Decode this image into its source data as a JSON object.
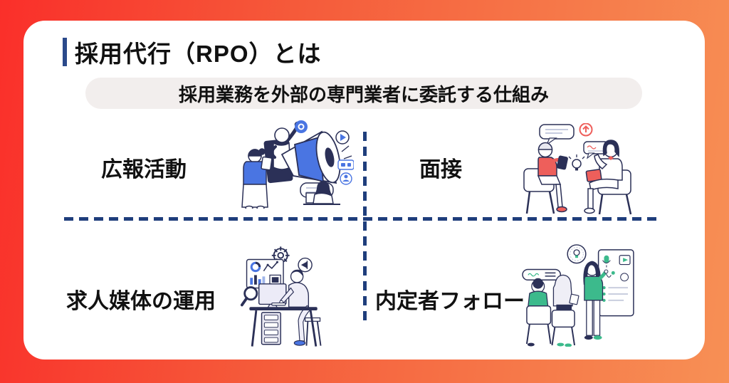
{
  "header": {
    "title": "採用代行（RPO）とは"
  },
  "banner": {
    "text": "採用業務を外部の専門業者に委託する仕組み"
  },
  "quadrants": [
    {
      "label": "広報活動",
      "illustration": "megaphone-announcement"
    },
    {
      "label": "面接",
      "illustration": "interview-two-people"
    },
    {
      "label": "求人媒体の運用",
      "illustration": "desk-analytics"
    },
    {
      "label": "内定者フォロー",
      "illustration": "whiteboard-presentation"
    }
  ],
  "colors": {
    "frame_red": "#fa2f2a",
    "frame_orange": "#f79055",
    "accent_navy": "#1f3e7c",
    "title_bar_blue": "#2b4a8b",
    "banner_bg": "#f2eeed",
    "illo_blue": "#4a75e2",
    "illo_red": "#ee5f5b",
    "illo_green": "#3cba8c",
    "illo_outline": "#2b3057"
  }
}
